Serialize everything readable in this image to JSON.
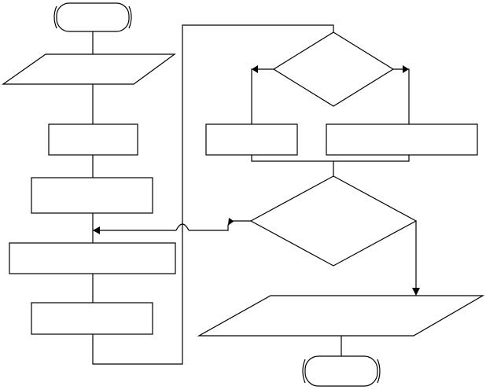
{
  "diagram": {
    "type": "flowchart",
    "colors": {
      "stroke": "#000000",
      "fill": "#ffffff"
    },
    "nodes": [
      {
        "id": "start",
        "kind": "terminator",
        "text": ""
      },
      {
        "id": "input",
        "kind": "parallelogram",
        "text": ""
      },
      {
        "id": "process-1",
        "kind": "rectangle",
        "text": ""
      },
      {
        "id": "process-2",
        "kind": "rectangle",
        "text": ""
      },
      {
        "id": "process-3",
        "kind": "rectangle",
        "text": ""
      },
      {
        "id": "process-4",
        "kind": "rectangle",
        "text": ""
      },
      {
        "id": "decision-1",
        "kind": "diamond",
        "text": ""
      },
      {
        "id": "branch-left",
        "kind": "rectangle",
        "text": ""
      },
      {
        "id": "branch-right",
        "kind": "rectangle",
        "text": ""
      },
      {
        "id": "decision-2",
        "kind": "diamond",
        "text": ""
      },
      {
        "id": "output",
        "kind": "parallelogram",
        "text": ""
      },
      {
        "id": "end",
        "kind": "terminator",
        "text": ""
      }
    ]
  }
}
